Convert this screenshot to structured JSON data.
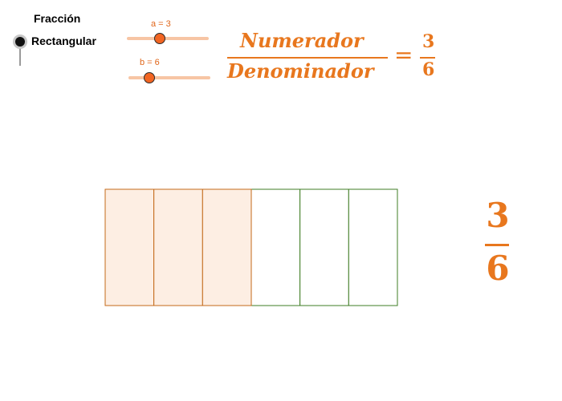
{
  "mode": {
    "title": "Fracción",
    "option_label": "Rectangular"
  },
  "sliders": {
    "a": {
      "label": "a = 3",
      "value": 3,
      "min": 1,
      "max": 6,
      "fraction": 0.4
    },
    "b": {
      "label": "b = 6",
      "value": 6,
      "min": 1,
      "max": 12,
      "fraction": 0.28
    }
  },
  "formula": {
    "numerator_word": "Numerador",
    "denominator_word": "Denominador",
    "equals": "=",
    "numerator": "3",
    "denominator": "6"
  },
  "fraction_bar": {
    "parts": 6,
    "shaded": 3,
    "shade_color": "#fdeee3",
    "shade_border": "#c46a1a",
    "empty_border": "#3f7d24"
  },
  "result": {
    "numerator": "3",
    "denominator": "6"
  },
  "colors": {
    "accent": "#e8771e",
    "slider_track": "#f7c5a4"
  }
}
